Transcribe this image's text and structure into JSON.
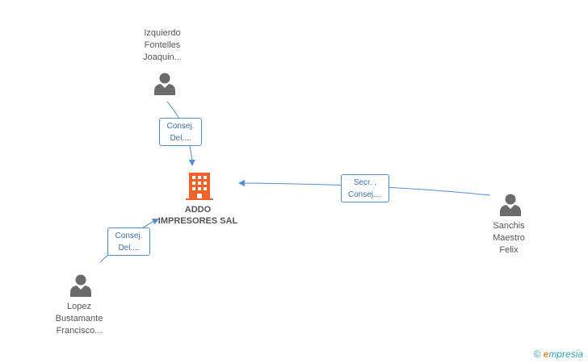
{
  "company": {
    "name_line1": "ADDO",
    "name_line2": "IMPRESORES SAL",
    "icon": "building-icon",
    "color": "#f0622a"
  },
  "persons": [
    {
      "id": "izquierdo",
      "line1": "Izquierdo",
      "line2": "Fontelles",
      "line3": "Joaquin...",
      "icon": "person-icon"
    },
    {
      "id": "sanchis",
      "line1": "Sanchis",
      "line2": "Maestro",
      "line3": "Felix",
      "icon": "person-icon"
    },
    {
      "id": "lopez",
      "line1": "Lopez",
      "line2": "Bustamante",
      "line3": "Francisco...",
      "icon": "person-icon"
    }
  ],
  "relations": [
    {
      "from": "izquierdo",
      "line1": "Consej.",
      "line2": "Del...."
    },
    {
      "from": "sanchis",
      "line1": "Secr. ,",
      "line2": "Consej...."
    },
    {
      "from": "lopez",
      "line1": "Consej.",
      "line2": "Del...."
    }
  ],
  "brand": {
    "copyright": "©",
    "e": "e",
    "rest": "mpresia"
  },
  "colors": {
    "edge": "#4a8fd8",
    "icon_gray": "#6b6b6b",
    "label_text": "#555555"
  }
}
